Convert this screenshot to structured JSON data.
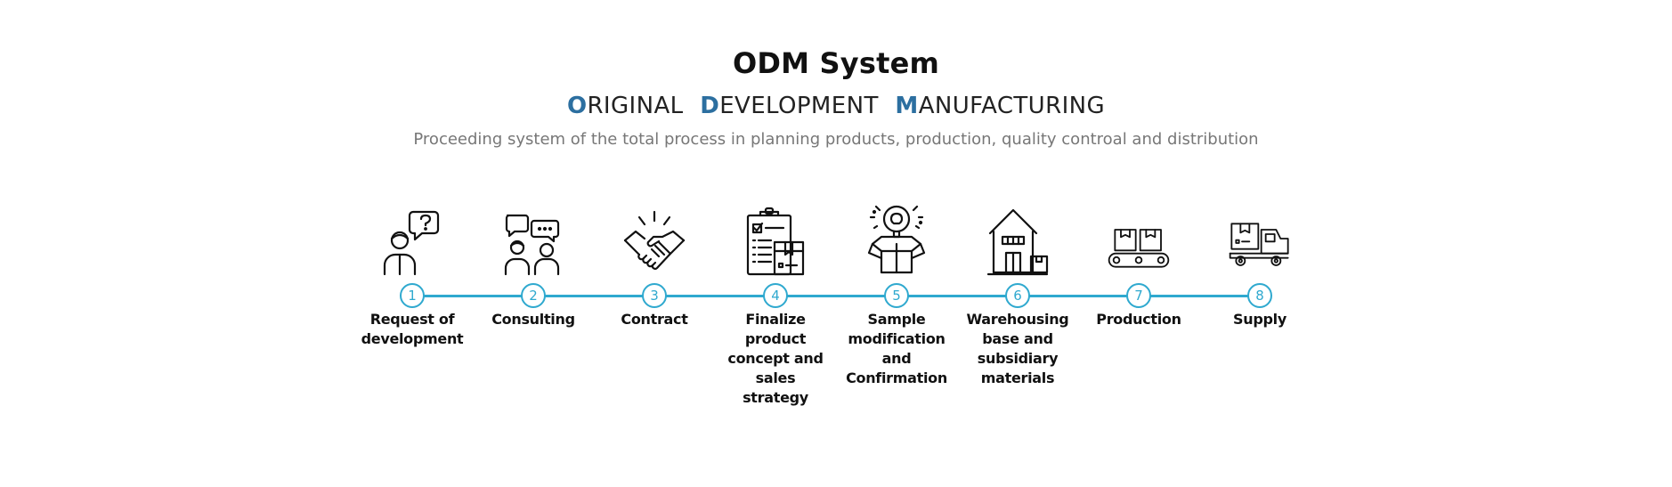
{
  "header": {
    "title": "ODM System",
    "subtitle": {
      "word1_initial": "O",
      "word1_rest": "RIGINAL",
      "word2_initial": "D",
      "word2_rest": "EVELOPMENT",
      "word3_initial": "M",
      "word3_rest": "ANUFACTURING"
    },
    "description": "Proceeding system of the total process in planning products, production, quality controal and distribution"
  },
  "colors": {
    "accent": "#2fa9cf",
    "highlight": "#2c6fa0",
    "text": "#111111",
    "muted": "#777777"
  },
  "steps": [
    {
      "number": "1",
      "label_line1": "Request of",
      "label_line2": "development",
      "label_line3": "",
      "label_line4": "",
      "icon": "person-question-icon"
    },
    {
      "number": "2",
      "label_line1": "Consulting",
      "label_line2": "",
      "label_line3": "",
      "label_line4": "",
      "icon": "people-chat-icon"
    },
    {
      "number": "3",
      "label_line1": "Contract",
      "label_line2": "",
      "label_line3": "",
      "label_line4": "",
      "icon": "handshake-icon"
    },
    {
      "number": "4",
      "label_line1": "Finalize product",
      "label_line2": "concept and sales",
      "label_line3": "strategy",
      "label_line4": "",
      "icon": "clipboard-box-icon"
    },
    {
      "number": "5",
      "label_line1": "Sample",
      "label_line2": "modification and",
      "label_line3": "Confirmation",
      "label_line4": "",
      "icon": "lightbulb-box-icon"
    },
    {
      "number": "6",
      "label_line1": "Warehousing",
      "label_line2": "base and",
      "label_line3": "subsidiary",
      "label_line4": "materials",
      "icon": "warehouse-icon"
    },
    {
      "number": "7",
      "label_line1": "Production",
      "label_line2": "",
      "label_line3": "",
      "label_line4": "",
      "icon": "conveyor-icon"
    },
    {
      "number": "8",
      "label_line1": "Supply",
      "label_line2": "",
      "label_line3": "",
      "label_line4": "",
      "icon": "truck-icon"
    }
  ]
}
